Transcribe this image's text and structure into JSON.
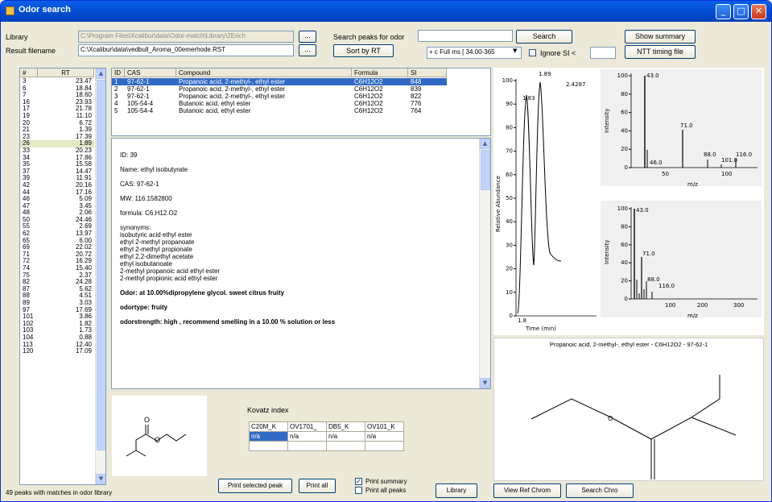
{
  "window": {
    "title": "Odor search"
  },
  "library": {
    "label": "Library",
    "value": "C:\\Program Files\\Xcalibur\\data\\Odor-match\\Library\\2Erich",
    "browse": "...",
    "search_label": "Search peaks for odor",
    "search_btn": "Search",
    "show_summary": "Show summary"
  },
  "result": {
    "label": "Result filename",
    "value": "C:\\Xcalibur\\data\\vedbull_Aroma_00emerhode.RST",
    "browse": "...",
    "sort_btn": "Sort by RT",
    "scan_filter": "+ c Full ms [ 34.00-365",
    "ignore_si": "Ignore SI <",
    "ntt": "NTT timing file"
  },
  "peaks": {
    "headers": [
      "#",
      "RT"
    ],
    "rows": [
      [
        "3",
        "23.47"
      ],
      [
        "6",
        "18.84"
      ],
      [
        "7",
        "18.60"
      ],
      [
        "16",
        "23.93"
      ],
      [
        "17",
        "21.78"
      ],
      [
        "19",
        "11.10"
      ],
      [
        "20",
        "6.72"
      ],
      [
        "21",
        "1.39"
      ],
      [
        "23",
        "17.39"
      ],
      [
        "26",
        "1.89"
      ],
      [
        "33",
        "20.23"
      ],
      [
        "34",
        "17.86"
      ],
      [
        "35",
        "15.58"
      ],
      [
        "37",
        "14.47"
      ],
      [
        "39",
        "11.91"
      ],
      [
        "42",
        "20.16"
      ],
      [
        "44",
        "17.16"
      ],
      [
        "46",
        "5.09"
      ],
      [
        "47",
        "3.45"
      ],
      [
        "48",
        "2.06"
      ],
      [
        "50",
        "24.46"
      ],
      [
        "55",
        "2.69"
      ],
      [
        "62",
        "13.97"
      ],
      [
        "65",
        "6.00"
      ],
      [
        "69",
        "22.02"
      ],
      [
        "71",
        "20.72"
      ],
      [
        "72",
        "16.29"
      ],
      [
        "74",
        "15.40"
      ],
      [
        "75",
        "2.37"
      ],
      [
        "82",
        "24.28"
      ],
      [
        "87",
        "5.62"
      ],
      [
        "88",
        "4.51"
      ],
      [
        "89",
        "3.03"
      ],
      [
        "97",
        "17.69"
      ],
      [
        "101",
        "3.86"
      ],
      [
        "102",
        "1.82"
      ],
      [
        "103",
        "1.73"
      ],
      [
        "104",
        "0.88"
      ],
      [
        "113",
        "12.40"
      ],
      [
        "120",
        "17.09"
      ]
    ],
    "selected_index": 9
  },
  "compounds": {
    "headers": [
      "ID",
      "CAS",
      "Compound",
      "Formula",
      "SI"
    ],
    "rows": [
      [
        "1",
        "97-62-1",
        "Propanoic acid, 2-methyl-, ethyl ester",
        "C6H12O2",
        "848"
      ],
      [
        "2",
        "97-62-1",
        "Propanoic acid, 2-methyl-, ethyl ester",
        "C6H12O2",
        "839"
      ],
      [
        "3",
        "97-62-1",
        "Propanoic acid, 2-methyl-, ethyl ester",
        "C6H12O2",
        "822"
      ],
      [
        "4",
        "105-54-4",
        "Butanoic acid, ethyl ester",
        "C6H12O2",
        "776"
      ],
      [
        "5",
        "105-54-4",
        "Butanoic acid, ethyl ester",
        "C6H12O2",
        "764"
      ]
    ]
  },
  "detail": {
    "id": "ID: 39",
    "name": "Name: ethyl isobutyrate",
    "cas": "CAS: 97-62-1",
    "mw": "MW: 116.1582800",
    "formula": "formula: C6.H12.O2",
    "synonyms": "synonyms:\n   isobutyric  acid ethyl ester\n   ethyl  2-methyl  propanoate\n   ethyl  2-methyl  propionate\n   ethyl  2,2-dimethyl  acetate\n   ethyl  isobutanoate\n  2-methyl  propanoic  acid  ethyl  ester\n  2-methyl propionic  acid ethyl ester",
    "odor": "Odor: at 10.00%dipropylene glycol. sweet citrus fruity",
    "odortype": "odortype: fruity",
    "odorstrength": "odorstrength: high , recommend smelling in a 10.00 % solution or less"
  },
  "kovatz": {
    "title": "Kovatz index",
    "headers": [
      "C20M_K",
      "OV1701_",
      "DB5_K",
      "OV101_K"
    ],
    "values": [
      "n/a",
      "n/a",
      "n/a",
      "n/a"
    ]
  },
  "buttons": {
    "print_selected": "Print selected peak",
    "print_all": "Print all",
    "print_summary": "Print summary",
    "print_all_peaks": "Print all peaks",
    "library": "Library",
    "view_ref": "View Ref Chrom",
    "search_chro": "Search Chro"
  },
  "status": "49 peaks with matches in odor library",
  "chrom": {
    "ylabel": "Relative Abundance",
    "xlabel": "Time (min)",
    "peak1": "1.83",
    "peak2": "1.89",
    "ann": "2.4287",
    "y_ticks": [
      "100",
      "90",
      "80",
      "70",
      "60",
      "50",
      "40",
      "30",
      "20",
      "10",
      "0"
    ],
    "x_tick": "1.8"
  },
  "ms1": {
    "ylabel": "Intensity",
    "xlabel": "m/z",
    "labels": [
      "43.0",
      "71.0",
      "46.0",
      "88.0",
      "116.0",
      "101.0"
    ],
    "y_ticks": [
      "100",
      "80",
      "60",
      "40",
      "20",
      "0"
    ],
    "x_ticks": [
      "50",
      "100"
    ]
  },
  "ms2": {
    "ylabel": "Intensity",
    "xlabel": "m/z",
    "labels": [
      "43.0",
      "71.0",
      "88.0",
      "116.0"
    ],
    "y_ticks": [
      "100",
      "80",
      "60",
      "40",
      "20",
      "0"
    ],
    "x_ticks": [
      "100",
      "200",
      "300"
    ]
  },
  "structure_caption": "Propanoic acid, 2-methyl-, ethyl ester - C6H12O2 - 97-62-1",
  "structure_atom": "O"
}
